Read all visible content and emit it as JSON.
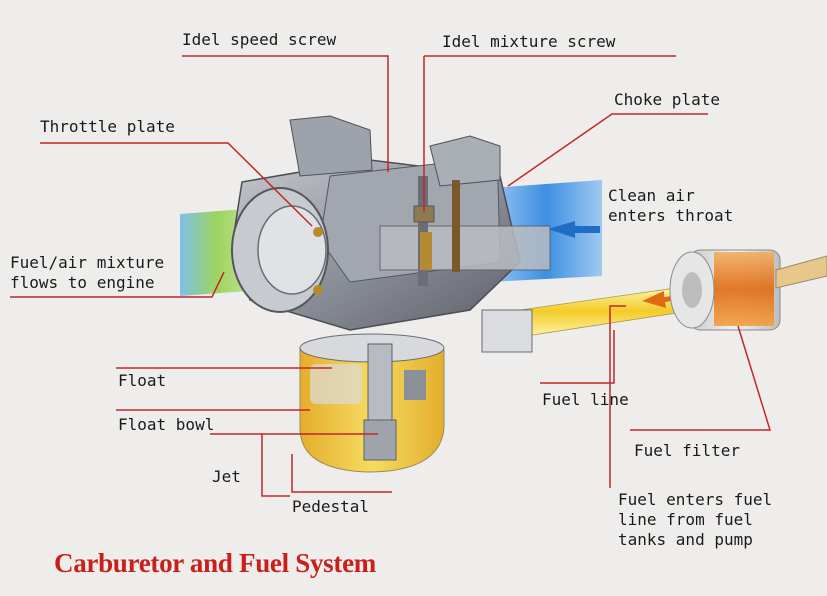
{
  "title": "Carburetor and Fuel System",
  "labels": {
    "idle_speed_screw": "Idel speed screw",
    "idle_mixture_screw": "Idel mixture screw",
    "choke_plate": "Choke plate",
    "throttle_plate": "Throttle plate",
    "clean_air": "Clean air\nenters throat",
    "fuel_air_mixture": "Fuel/air mixture\nflows to engine",
    "float": "Float",
    "float_bowl": "Float bowl",
    "jet": "Jet",
    "pedestal": "Pedestal",
    "fuel_line": "Fuel line",
    "fuel_filter": "Fuel filter",
    "fuel_enters": "Fuel enters fuel\nline from fuel\ntanks and pump"
  },
  "colors": {
    "leader_line": "#c0282a",
    "title": "#c8201a",
    "air_flow": "#3f8fe0",
    "mixture_flow": "#7cc85a",
    "fuel": "#f2c21a"
  }
}
